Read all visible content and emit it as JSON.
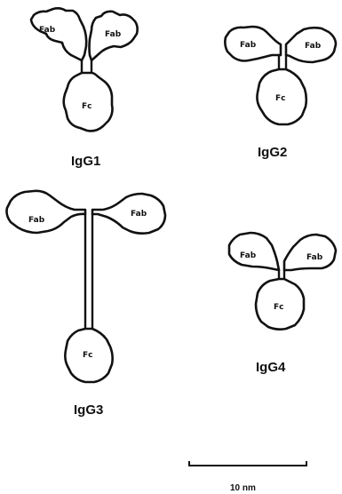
{
  "labels": {
    "fab": "Fab",
    "fc": "Fc"
  },
  "molecules": [
    {
      "name": "IgG1"
    },
    {
      "name": "IgG2"
    },
    {
      "name": "IgG3"
    },
    {
      "name": "IgG4"
    }
  ],
  "scale_bar": {
    "label": "10 nm"
  }
}
